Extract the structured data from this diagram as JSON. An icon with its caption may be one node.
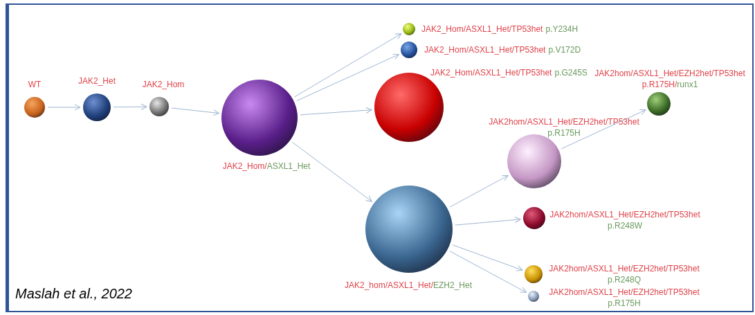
{
  "diagram": {
    "nodes": [
      {
        "text": [],
        "shape": "circle",
        "beside": [
          "WT"
        ]
      },
      {
        "text": [],
        "shape": "circle",
        "beside": [
          "JAK2_Het"
        ]
      },
      {
        "text": [],
        "shape": "circle",
        "beside": [
          "JAK2_Hom"
        ]
      },
      {
        "text": [],
        "shape": "circle",
        "beside": [
          "JAK2_Hom/",
          "ASXL1_Het"
        ]
      },
      {
        "text": [],
        "shape": "circle",
        "beside": [
          "JAK2_Hom/ASXL1_Het/TP53het",
          "p.Y234H"
        ]
      },
      {
        "text": [],
        "shape": "circle",
        "beside": [
          "JAK2_Hom/ASXL1_Het/TP53het",
          "p.V172D"
        ]
      },
      {
        "text": [],
        "shape": "circle",
        "beside": [
          "JAK2_Hom/ASXL1_Het/TP53het",
          "p.G245S"
        ]
      },
      {
        "text": [],
        "shape": "circle",
        "beside": [
          "JAK2_hom/ASXL1_Het/",
          "EZH2_Het"
        ]
      },
      {
        "text": [],
        "shape": "circle",
        "beside": [
          "JAK2hom/ASXL1_Het/EZH2het/TP53het",
          "p.R175H"
        ]
      },
      {
        "text": [],
        "shape": "circle",
        "beside": [
          "JAK2hom/ASXL1_Het/EZH2het/TP53het",
          "p.R175H/",
          "runx1"
        ]
      },
      {
        "text": [],
        "shape": "circle",
        "beside": [
          "JAK2hom/ASXL1_Het/EZH2het/TP53het",
          "p.R248W"
        ]
      },
      {
        "text": [],
        "shape": "circle",
        "beside": [
          "JAK2hom/ASXL1_Het/EZH2het/TP53het",
          "p.R248Q"
        ]
      },
      {
        "text": [],
        "shape": "circle",
        "beside": [
          "JAK2hom/ASXL1_Het/EZH2het/TP53het",
          "p.R175H"
        ]
      }
    ],
    "edges": [
      {
        "from": 0,
        "to": 1,
        "arrow": "to"
      },
      {
        "from": 1,
        "to": 2,
        "arrow": "to"
      },
      {
        "from": 2,
        "to": 3,
        "arrow": "to"
      },
      {
        "from": 3,
        "to": 4,
        "arrow": "to"
      },
      {
        "from": 3,
        "to": 5,
        "arrow": "to"
      },
      {
        "from": 3,
        "to": 6,
        "arrow": "to"
      },
      {
        "from": 3,
        "to": 7,
        "arrow": "to"
      },
      {
        "from": 7,
        "to": 8,
        "arrow": "to"
      },
      {
        "from": 8,
        "to": 9,
        "arrow": "to"
      },
      {
        "from": 7,
        "to": 10,
        "arrow": "to"
      },
      {
        "from": 7,
        "to": 11,
        "arrow": "to"
      },
      {
        "from": 7,
        "to": 12,
        "arrow": "to"
      }
    ],
    "labels": [
      "Maslah et al., 2022"
    ]
  }
}
